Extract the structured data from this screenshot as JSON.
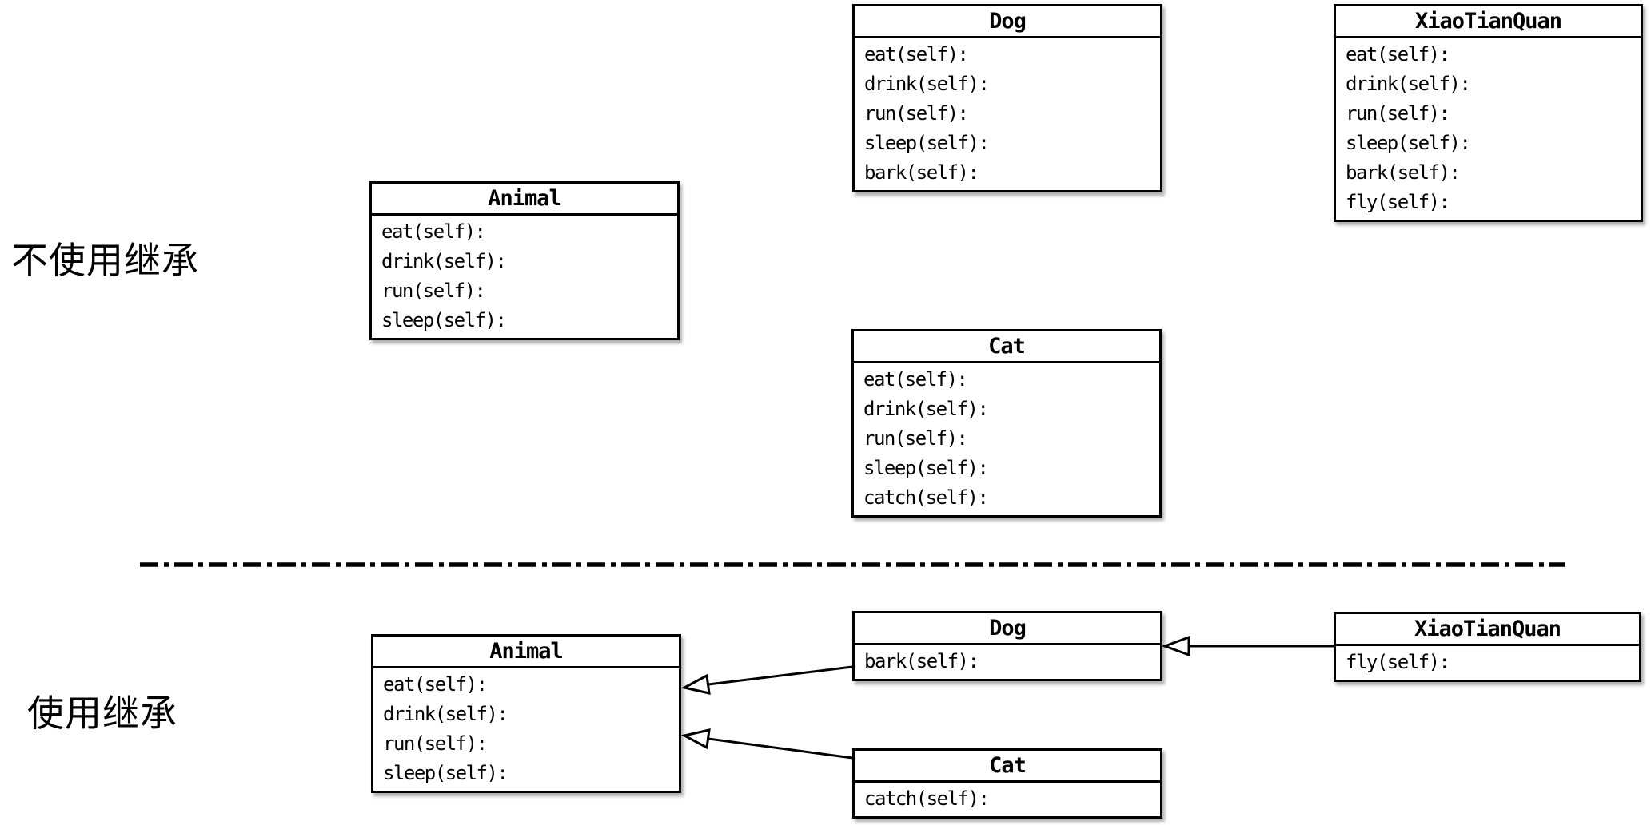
{
  "colors": {
    "background": "#ffffff",
    "box_background": "#ffffff",
    "border": "#000000",
    "text": "#000000"
  },
  "section_no_inheritance": {
    "label": "不使用继承",
    "boxes": {
      "animal": {
        "title": "Animal",
        "methods": [
          "eat(self):",
          "drink(self):",
          "run(self):",
          "sleep(self):"
        ]
      },
      "dog": {
        "title": "Dog",
        "methods": [
          "eat(self):",
          "drink(self):",
          "run(self):",
          "sleep(self):",
          "bark(self):"
        ]
      },
      "xiaotianquan": {
        "title": "XiaoTianQuan",
        "methods": [
          "eat(self):",
          "drink(self):",
          "run(self):",
          "sleep(self):",
          "bark(self):",
          "fly(self):"
        ]
      },
      "cat": {
        "title": "Cat",
        "methods": [
          "eat(self):",
          "drink(self):",
          "run(self):",
          "sleep(self):",
          "catch(self):"
        ]
      }
    }
  },
  "section_inheritance": {
    "label": "使用继承",
    "boxes": {
      "animal": {
        "title": "Animal",
        "methods": [
          "eat(self):",
          "drink(self):",
          "run(self):",
          "sleep(self):"
        ]
      },
      "dog": {
        "title": "Dog",
        "methods": [
          "bark(self):"
        ]
      },
      "cat": {
        "title": "Cat",
        "methods": [
          "catch(self):"
        ]
      },
      "xiaotianquan": {
        "title": "XiaoTianQuan",
        "methods": [
          "fly(self):"
        ]
      }
    },
    "relations": [
      {
        "from": "Dog",
        "to": "Animal",
        "type": "inheritance"
      },
      {
        "from": "Cat",
        "to": "Animal",
        "type": "inheritance"
      },
      {
        "from": "XiaoTianQuan",
        "to": "Dog",
        "type": "inheritance"
      }
    ]
  }
}
